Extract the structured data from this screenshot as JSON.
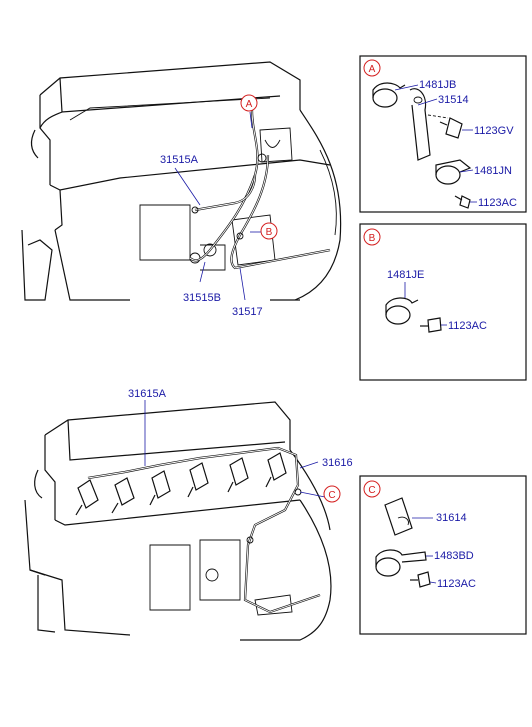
{
  "top_engine": {
    "labels": {
      "a": "31515A",
      "b": "31515B",
      "c": "31517"
    },
    "refs": {
      "a": "A",
      "b": "B"
    }
  },
  "bottom_engine": {
    "labels": {
      "a": "31615A",
      "b": "31616"
    },
    "refs": {
      "c": "C"
    }
  },
  "box_a": {
    "ref": "A",
    "parts": [
      "1481JB",
      "31514",
      "1123GV",
      "1481JN",
      "1123AC"
    ]
  },
  "box_b": {
    "ref": "B",
    "parts": [
      "1481JE",
      "1123AC"
    ]
  },
  "box_c": {
    "ref": "C",
    "parts": [
      "31614",
      "1483BD",
      "1123AC"
    ]
  },
  "colors": {
    "label": "#1a1aa6",
    "ref": "#d42020",
    "line": "#111111"
  }
}
